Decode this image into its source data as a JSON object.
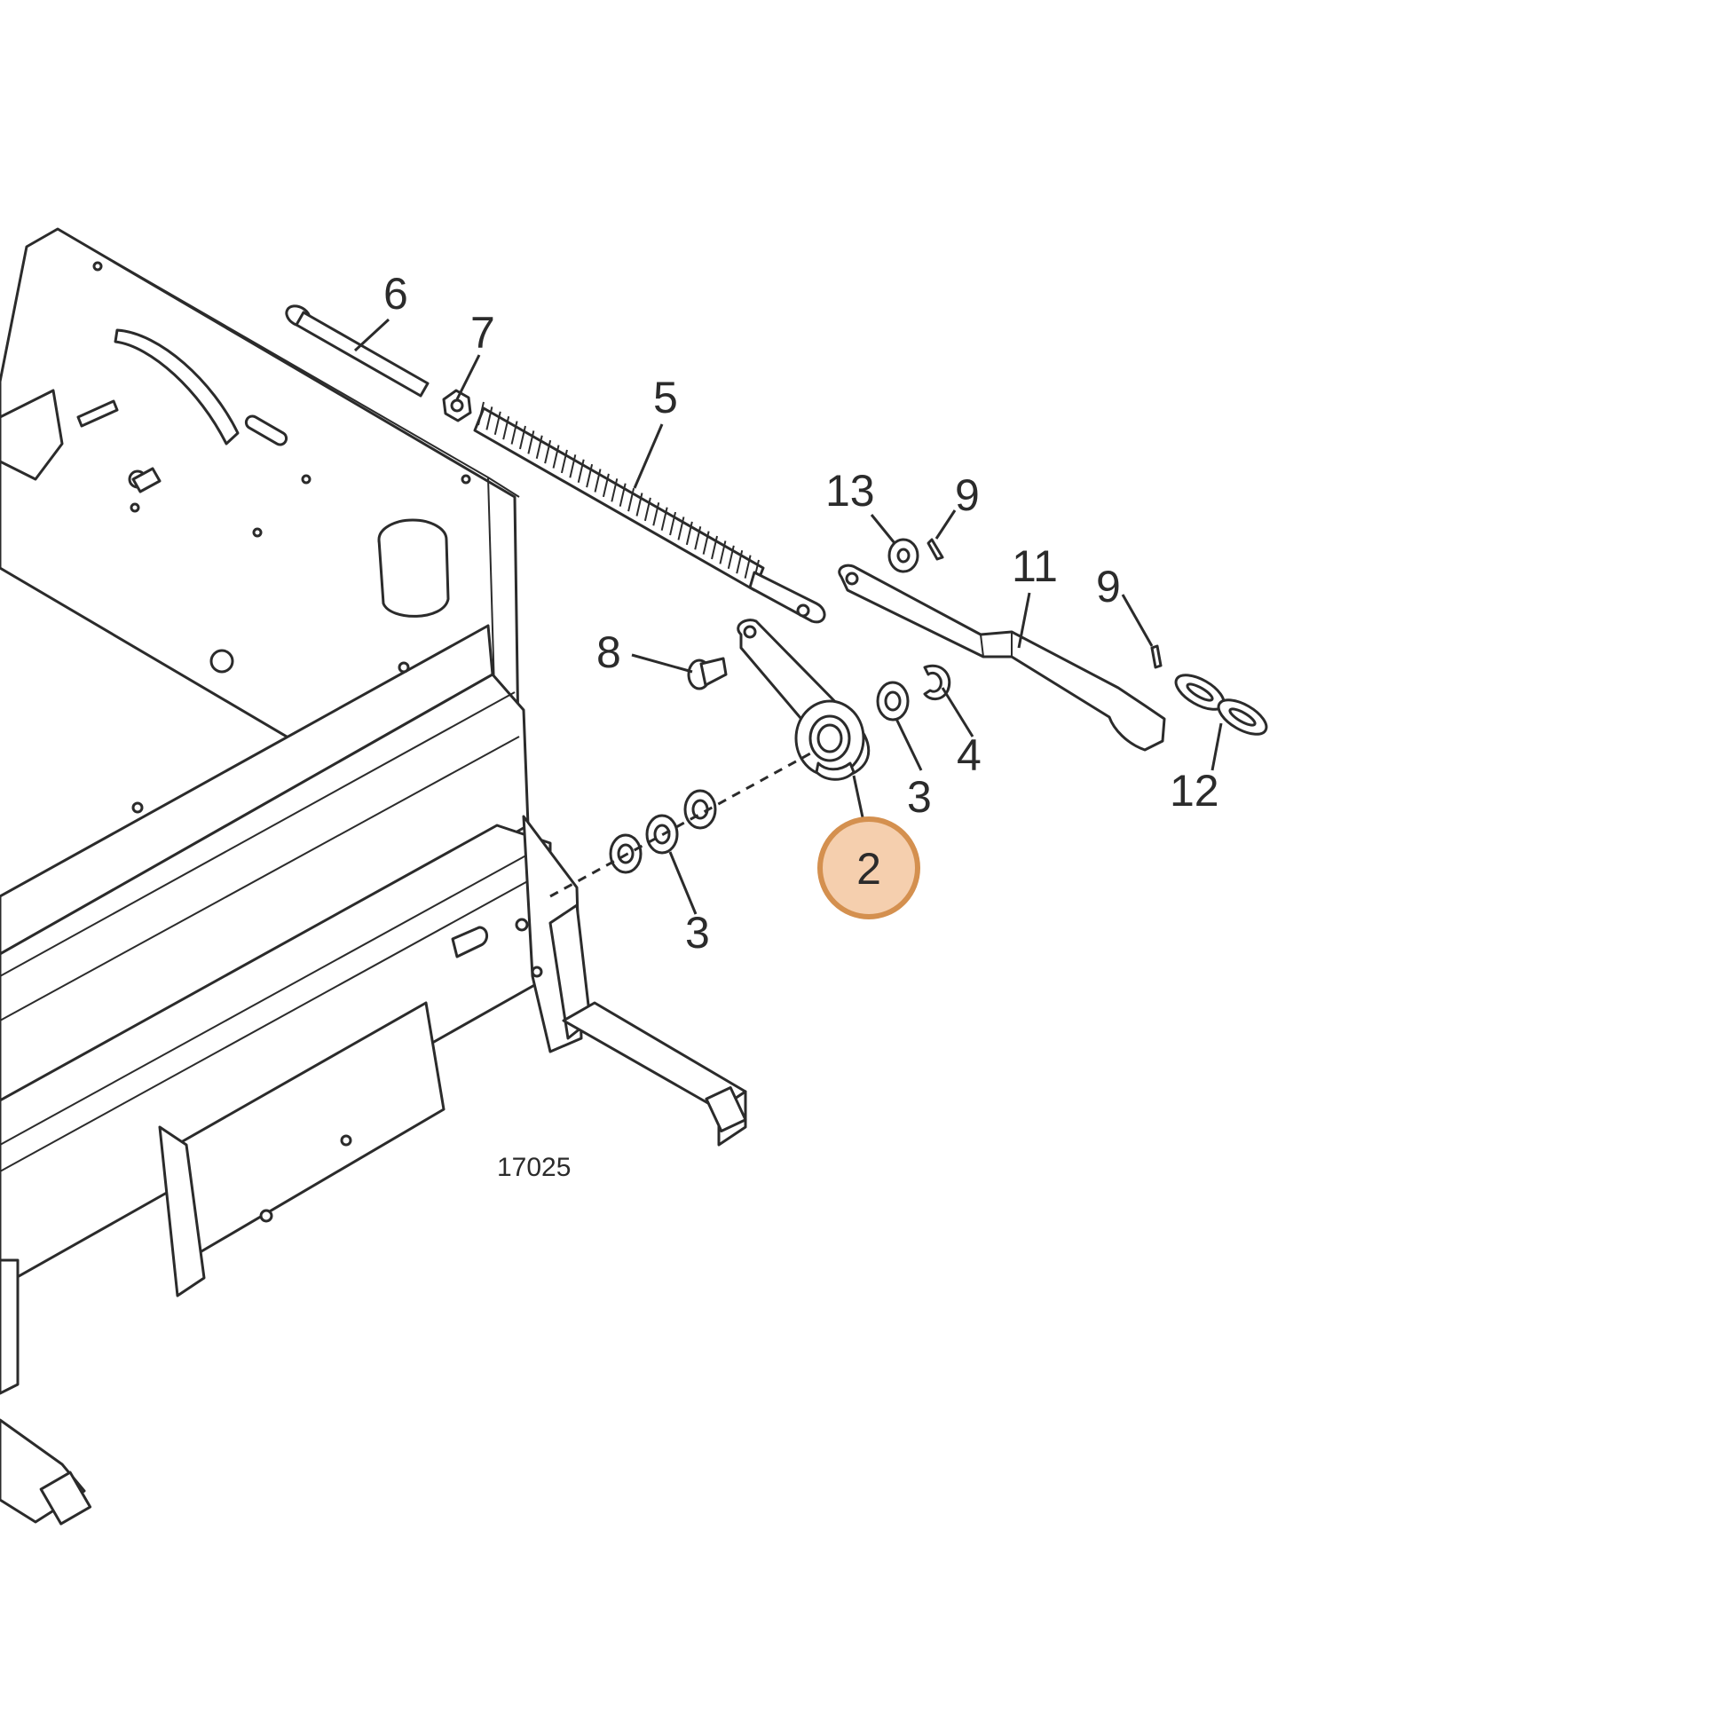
{
  "drawing_number": "17025",
  "highlight": {
    "label": "2",
    "ring_color": "#d4904f",
    "fill_color": "#f5cfae"
  },
  "callouts": {
    "c6": "6",
    "c7": "7",
    "c5": "5",
    "c13": "13",
    "c9a": "9",
    "c11": "11",
    "c9b": "9",
    "c8": "8",
    "c4": "4",
    "c3a": "3",
    "c12": "12",
    "c3b": "3"
  },
  "colors": {
    "line": "#2b2b2b",
    "background": "#ffffff"
  }
}
